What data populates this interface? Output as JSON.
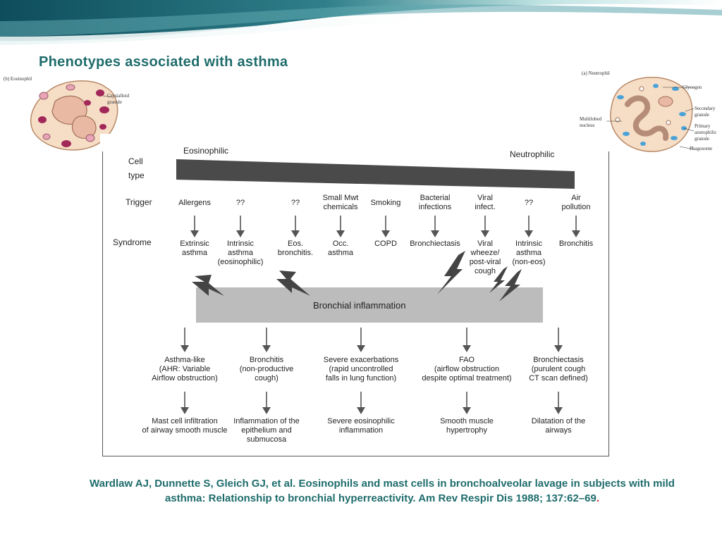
{
  "slide": {
    "title": "Phenotypes associated with asthma"
  },
  "eosinophil_figure": {
    "caption": "(b) Eosinophil",
    "label": "Crystalloid granule"
  },
  "neutrophil_figure": {
    "caption": "(a) Neutrophil",
    "labels": {
      "glycogen": "Glycogen",
      "secondary": "Secondary granule",
      "multilobed": "Multilobed nucleus",
      "primary": "Primary azurophilic granule",
      "phagosome": "Phagosome"
    }
  },
  "diagram": {
    "row_labels": {
      "cell_type": [
        "Cell",
        "type"
      ],
      "trigger": "Trigger",
      "syndrome": "Syndrome"
    },
    "gradient": {
      "left": "Eosinophilic",
      "right": "Neutrophilic"
    },
    "columns": [
      {
        "trigger": [
          "Allergens"
        ],
        "syndrome": [
          "Extrinsic",
          "asthma"
        ]
      },
      {
        "trigger": [
          "??"
        ],
        "syndrome": [
          "Intrinsic",
          "asthma",
          "(eosinophilic)"
        ]
      },
      {
        "trigger": [
          "??"
        ],
        "syndrome": [
          "Eos.",
          "bronchitis."
        ]
      },
      {
        "trigger": [
          "Small Mwt",
          "chemicals"
        ],
        "syndrome": [
          "Occ.",
          "asthma"
        ]
      },
      {
        "trigger": [
          "Smoking"
        ],
        "syndrome": [
          "COPD"
        ]
      },
      {
        "trigger": [
          "Bacterial",
          "infections"
        ],
        "syndrome": [
          "Bronchiectasis"
        ]
      },
      {
        "trigger": [
          "Viral",
          "infect."
        ],
        "syndrome": [
          "Viral",
          "wheeze/",
          "post-viral",
          "cough"
        ]
      },
      {
        "trigger": [
          "??"
        ],
        "syndrome": [
          "Intrinsic",
          "asthma",
          "(non-eos)"
        ]
      },
      {
        "trigger": [
          "Air",
          "pollution"
        ],
        "syndrome": [
          "Bronchitis"
        ]
      }
    ],
    "inflammation_label": "Bronchial inflammation",
    "outcomes": [
      {
        "result": [
          "Asthma-like",
          "(AHR: Variable",
          "Airflow obstruction)"
        ],
        "pathology": [
          "Mast cell infiltration",
          "of airway smooth muscle"
        ]
      },
      {
        "result": [
          "Bronchitis",
          "(non-productive",
          "cough)"
        ],
        "pathology": [
          "Inflammation of the",
          "epithelium and",
          "submucosa"
        ]
      },
      {
        "result": [
          "Severe exacerbations",
          "(rapid uncontrolled",
          "falls in lung function)"
        ],
        "pathology": [
          "Severe eosinophilic",
          "inflammation"
        ]
      },
      {
        "result": [
          "FAO",
          "(airflow obstruction",
          "despite optimal treatment)"
        ],
        "pathology": [
          "Smooth muscle",
          "hypertrophy"
        ]
      },
      {
        "result": [
          "Bronchiectasis",
          "(purulent cough",
          "CT scan defined)"
        ],
        "pathology": [
          "Dilatation of the",
          "airways"
        ]
      }
    ]
  },
  "citation": {
    "text": "Wardlaw AJ, Dunnette S, Gleich GJ, et al. Eosinophils and mast cells in bronchoalveolar lavage in subjects with mild asthma: Relationship to bronchial hyperreactivity. Am Rev Respir Dis 1988; 137:62–69",
    "end_mark": "."
  },
  "colors": {
    "title": "#1f6c6c",
    "band_dark": "#1d6470",
    "band_light": "#9fd0cf",
    "inflammation_box": "#bcbcbc",
    "arrow": "#555555"
  }
}
